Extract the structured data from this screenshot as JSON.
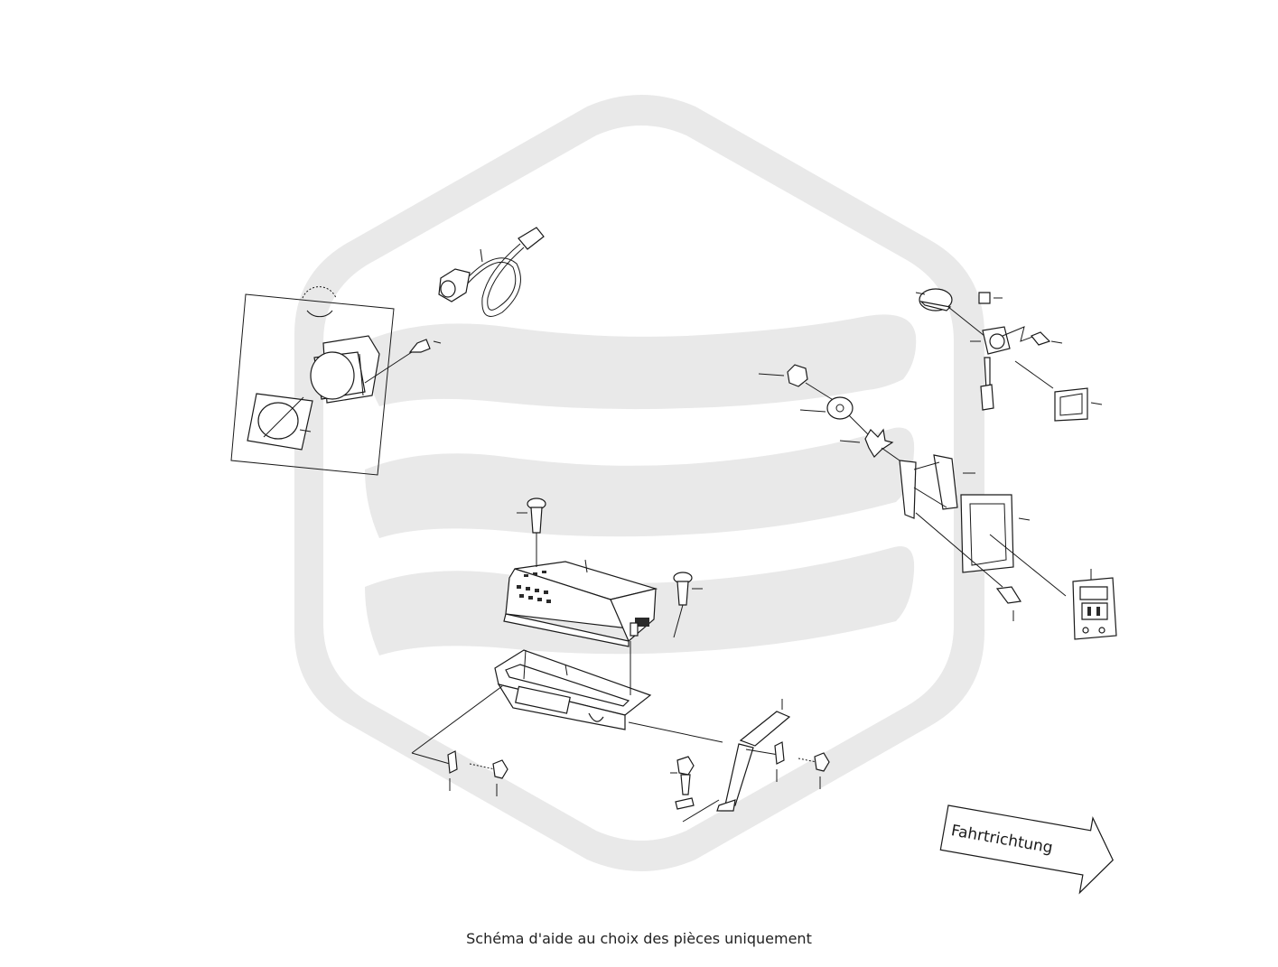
{
  "direction_label": "Fahrtrichtung",
  "caption": "Schéma d'aide au choix des pièces uniquement",
  "watermark": "hexagon-logo-watermark",
  "colors": {
    "line": "#1a1a1a",
    "watermark": "#e9e9e9",
    "background": "#ffffff"
  }
}
